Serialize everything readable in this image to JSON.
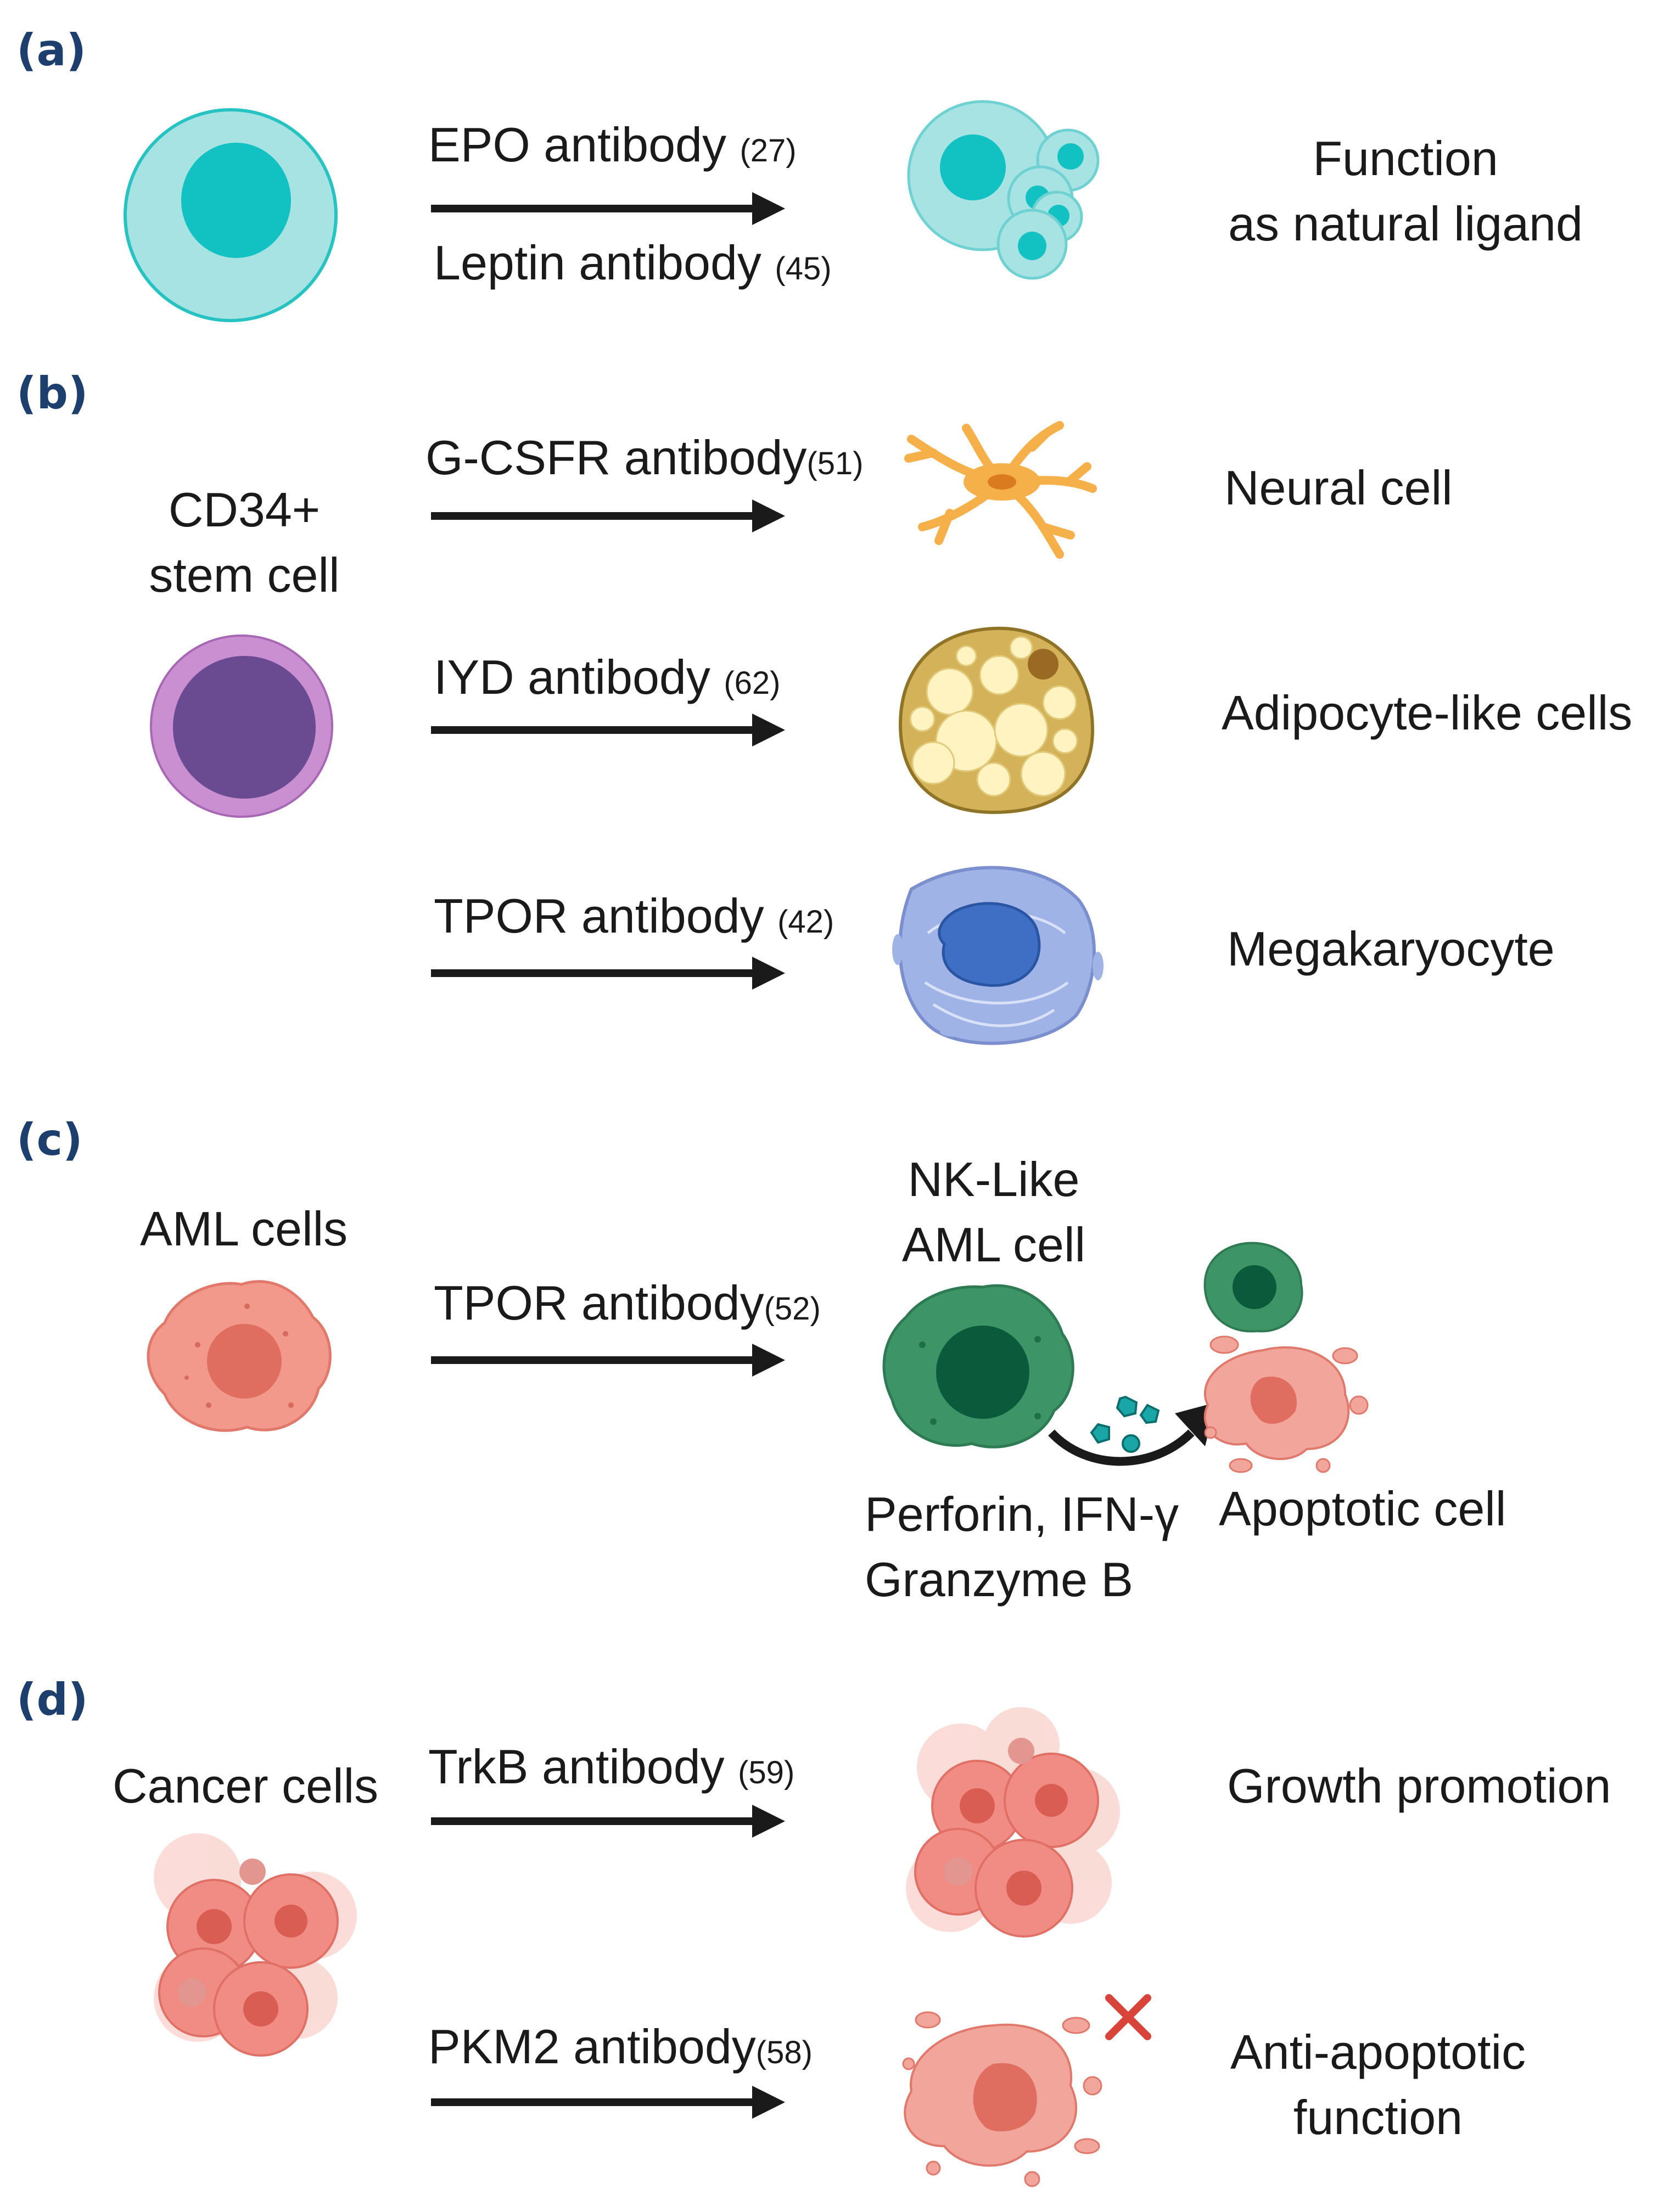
{
  "panels": {
    "a": {
      "letter": "(a)",
      "antibody1": "EPO antibody",
      "ref1": "(27)",
      "antibody2": "Leptin antibody",
      "ref2": "(45)",
      "result_line1": "Function",
      "result_line2": "as natural ligand"
    },
    "b": {
      "letter": "(b)",
      "source_line1": "CD34+",
      "source_line2": "stem cell",
      "rows": [
        {
          "antibody": "G-CSFR antibody",
          "ref": "(51)",
          "result": "Neural cell"
        },
        {
          "antibody": "IYD antibody",
          "ref": "(62)",
          "result": "Adipocyte-like cells"
        },
        {
          "antibody": "TPOR antibody",
          "ref": "(42)",
          "result": "Megakaryocyte"
        }
      ]
    },
    "c": {
      "letter": "(c)",
      "source": "AML cells",
      "antibody": "TPOR antibody",
      "ref": "(52)",
      "intermediate_line1": "NK-Like",
      "intermediate_line2": "AML cell",
      "secreted_line1": "Perforin, IFN-γ",
      "secreted_line2": "Granzyme B",
      "result": "Apoptotic cell"
    },
    "d": {
      "letter": "(d)",
      "source": "Cancer cells",
      "rows": [
        {
          "antibody": "TrkB antibody",
          "ref": "(59)",
          "result_line1": "Growth promotion",
          "result_line2": ""
        },
        {
          "antibody": "PKM2 antibody",
          "ref": "(58)",
          "result_line1": "Anti-apoptotic",
          "result_line2": "function"
        }
      ]
    }
  },
  "colors": {
    "panel_letter": "#1d3f6e",
    "arrow": "#1a1a1a",
    "teal_cell": "#a8e3e3",
    "teal_nucleus": "#1bc4c4",
    "stem_cell": "#c98fd0",
    "stem_nucleus": "#6a4a91",
    "neural_cell": "#f5b04a",
    "adipocyte": "#c9a84a",
    "megakaryocyte": "#9fb3e6",
    "megakaryocyte_nucleus": "#3f6fc4",
    "aml_cell": "#f2998c",
    "nk_cell": "#3d9467",
    "cancer_cell": "#f08c84",
    "x_mark": "#d9443a"
  },
  "icons": [
    "teal-cell-icon",
    "budding-cells-icon",
    "stem-cell-icon",
    "neural-cell-icon",
    "adipocyte-icon",
    "megakaryocyte-icon",
    "aml-cell-icon",
    "nk-like-cell-icon",
    "cytotoxic-granules-icon",
    "apoptotic-cell-icon",
    "cancer-cluster-icon",
    "blocked-x-icon"
  ]
}
